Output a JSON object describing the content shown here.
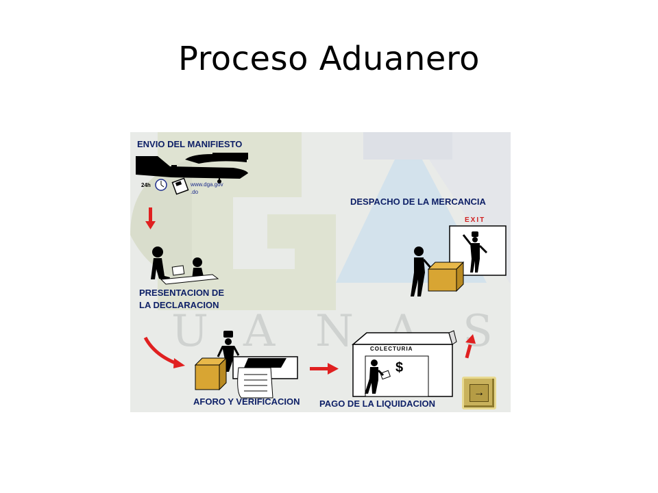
{
  "slide": {
    "title": "Proceso Aduanero"
  },
  "diagram": {
    "watermark_letters": [
      "U",
      "A",
      "N",
      "A",
      "S"
    ],
    "steps": {
      "manifiesto": "ENVIO DEL MANIFIESTO",
      "presentacion_line1": "PRESENTACION   DE",
      "presentacion_line2": "LA DECLARACION",
      "aforo": "AFORO Y VERIFICACION",
      "pago": "PAGO DE LA LIQUIDACION",
      "despacho": "DESPACHO DE LA MERCANCIA"
    },
    "time_label": "24h",
    "url_line1": "www.dga.gov",
    "url_line2": ".do",
    "colecturia_sign": "COLECTURIA",
    "dollar_sign": "$",
    "exit_sign": "EXIT",
    "next_icon": "arrow-right-icon",
    "colors": {
      "label": "#0d1f66",
      "arrow": "#e02020",
      "box": "#d8a533",
      "next_button": "#c9b25c"
    }
  }
}
